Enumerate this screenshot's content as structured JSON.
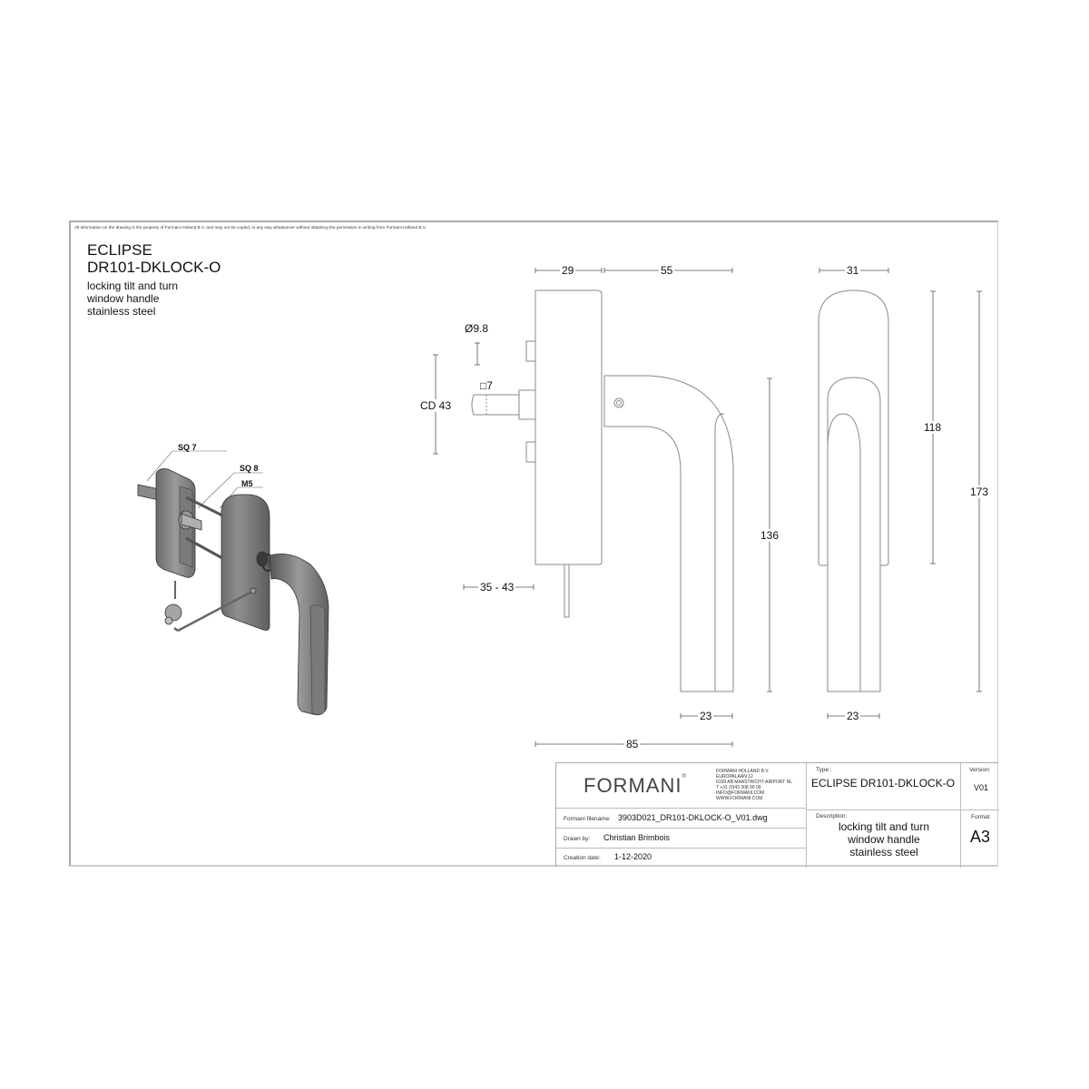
{
  "sheet": {
    "disclaimer": "All information on the drawing is the property of Formani Holland B.V. and may not be copied, in any way whatsoever without obtaining the permission in writing from Formani Holland B.V."
  },
  "product": {
    "series": "ECLIPSE",
    "code": "DR101-DKLOCK-O",
    "description_lines": [
      "locking tilt and turn",
      "window handle",
      "stainless steel"
    ]
  },
  "isometric_view": {
    "callouts": [
      "SQ 7",
      "SQ 8",
      "M5"
    ]
  },
  "side_view": {
    "dimensions": {
      "rose_depth": "29",
      "handle_projection": "55",
      "spindle_diameter": "Ø9.8",
      "spindle_square": "□7",
      "center_distance": "CD 43",
      "screw_length_range": "35 - 43",
      "handle_height": "136",
      "grip_width": "23",
      "total_depth": "85"
    }
  },
  "front_view": {
    "dimensions": {
      "rose_width": "31",
      "rose_height": "118",
      "total_height": "173",
      "grip_width": "23"
    }
  },
  "title_block": {
    "brand": "FORMANI",
    "brand_mark": "®",
    "address_lines": [
      "FORMANI HOLLAND B.V.",
      "EUROPALAAN 12",
      "6199 AB MAASTRICHT-AIRPORT NL",
      "T +31 (0)43 308 90 00",
      "INFO@FORMANI.COM",
      "WWW.FORMANI.COM"
    ],
    "filename_label": "Formani filename:",
    "filename": "3903D021_DR101-DKLOCK-O_V01.dwg",
    "drawn_by_label": "Drawn by:",
    "drawn_by": "Christian Brimbois",
    "creation_date_label": "Creation date:",
    "creation_date": "1-12-2020",
    "type_label": "Type :",
    "type": "ECLIPSE DR101-DKLOCK-O",
    "version_label": "Version:",
    "version": "V01",
    "description_label": "Description:",
    "description_lines": [
      "locking tilt and turn",
      "window handle",
      "stainless steel"
    ],
    "format_label": "Format",
    "format": "A3"
  },
  "colors": {
    "line": "#8a8a8a",
    "dim_line": "#555555",
    "border": "#aaaaaa",
    "metal_dark": "#5a5a5a",
    "metal_mid": "#8c8c8c",
    "metal_light": "#b5b5b5"
  }
}
